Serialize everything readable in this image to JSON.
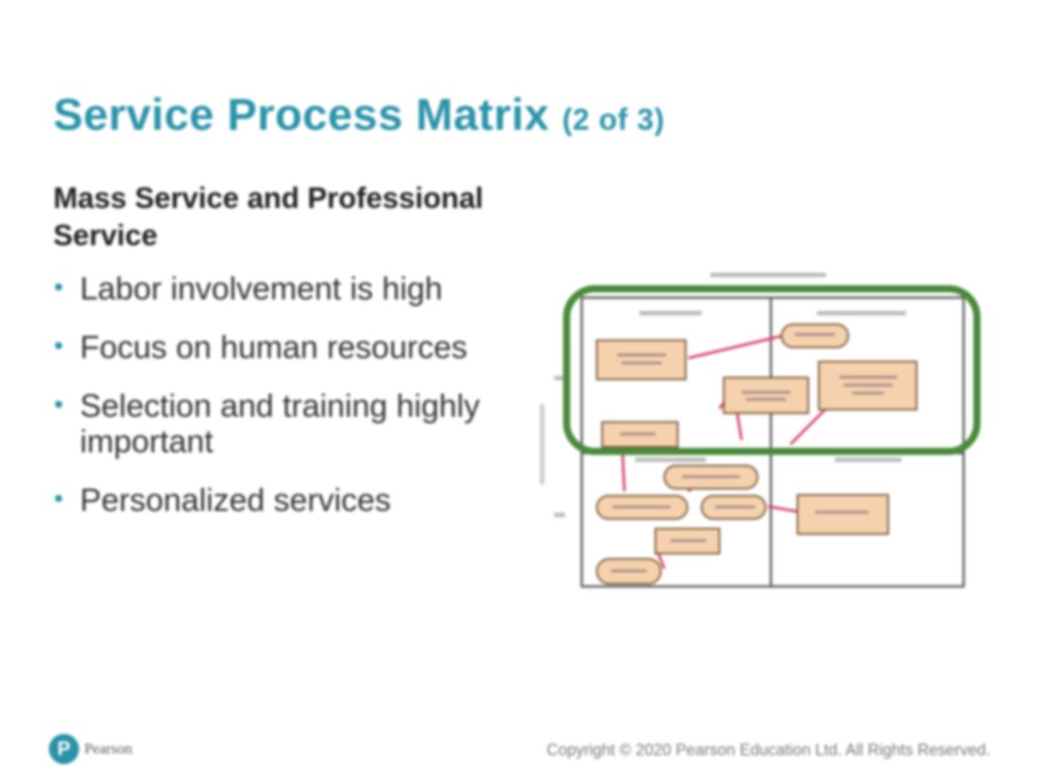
{
  "slide": {
    "title": "Service Process Matrix",
    "title_suffix": "(2 of 3)",
    "subheading": "Mass Service and Professional Service",
    "bullets": [
      "Labor involvement is high",
      "Focus on human resources",
      "Selection and training highly important",
      "Personalized services"
    ]
  },
  "colors": {
    "title": "#2a93a8",
    "highlight": "#4a8a3a",
    "box_fill": "#f5d2ad",
    "connector": "#d9456a"
  },
  "footer": {
    "logo_text": "Pearson",
    "copyright": "Copyright © 2020 Pearson Education Ltd. All Rights Reserved."
  }
}
